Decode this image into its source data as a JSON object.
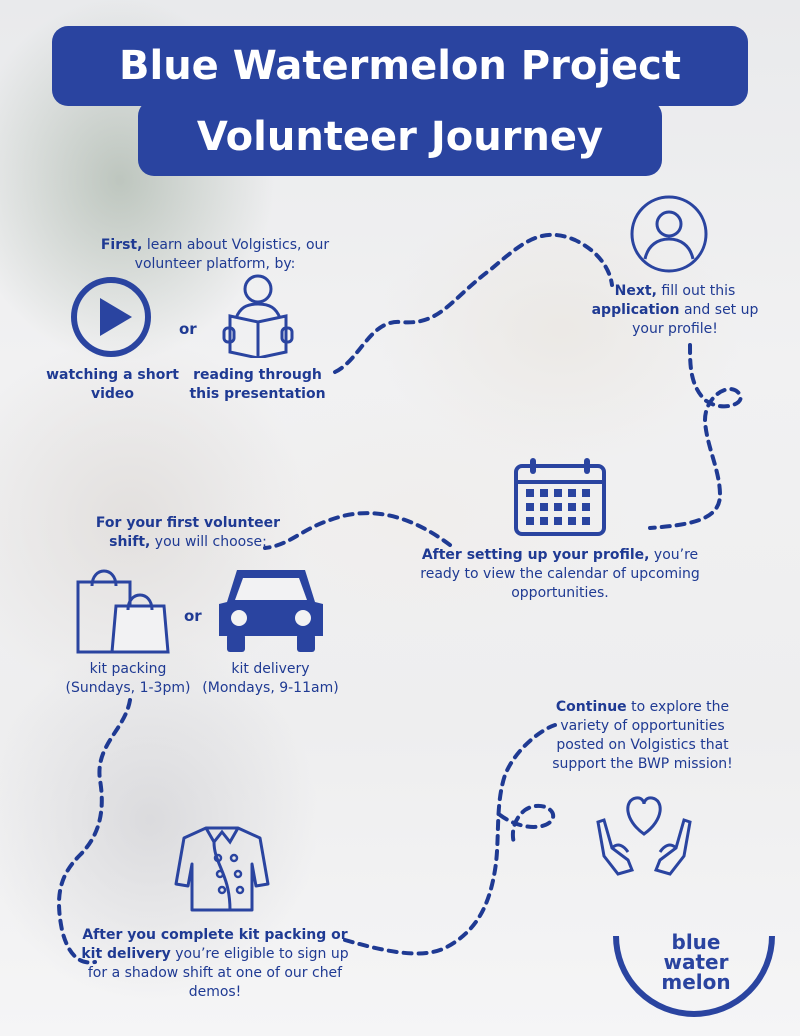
{
  "title": {
    "line1": "Blue Watermelon Project",
    "line2": "Volunteer Journey"
  },
  "intro": {
    "lead": "First,",
    "text": " learn about Volgistics, our volunteer platform, by:",
    "or": "or",
    "option1": "watching a short video",
    "option2": "reading through this presentation"
  },
  "next": {
    "lead": "Next,",
    "text1": " fill out this ",
    "link": "application",
    "text2": " and set up your profile!"
  },
  "calendar": {
    "lead": "After setting up your profile,",
    "text": "you’re ready to view the calendar of upcoming opportunities."
  },
  "first_shift": {
    "lead": "For your first volunteer shift,",
    "text": " you will choose:",
    "or": "or",
    "option1_name": "kit packing",
    "option1_time": "(Sundays, 1-3pm)",
    "option2_name": "kit delivery",
    "option2_time": "(Mondays, 9-11am)"
  },
  "continue": {
    "lead": "Continue",
    "text": " to explore the variety of opportunities posted on Volgistics that support the BWP mission!"
  },
  "shadow": {
    "lead1": "After you complete kit packing or",
    "lead2": "kit delivery",
    "text": " you’re eligible to sign up for a shadow shift at one of our chef demos!"
  },
  "logo": {
    "line1": "blue",
    "line2": "water",
    "line3": "melon"
  },
  "icons": [
    "user-icon",
    "play-icon",
    "reading-icon",
    "calendar-icon",
    "shopping-bags-icon",
    "car-icon",
    "heart-hands-icon",
    "chef-jacket-icon"
  ],
  "colors": {
    "primary": "#2a44a0",
    "text": "#1f3a93"
  }
}
